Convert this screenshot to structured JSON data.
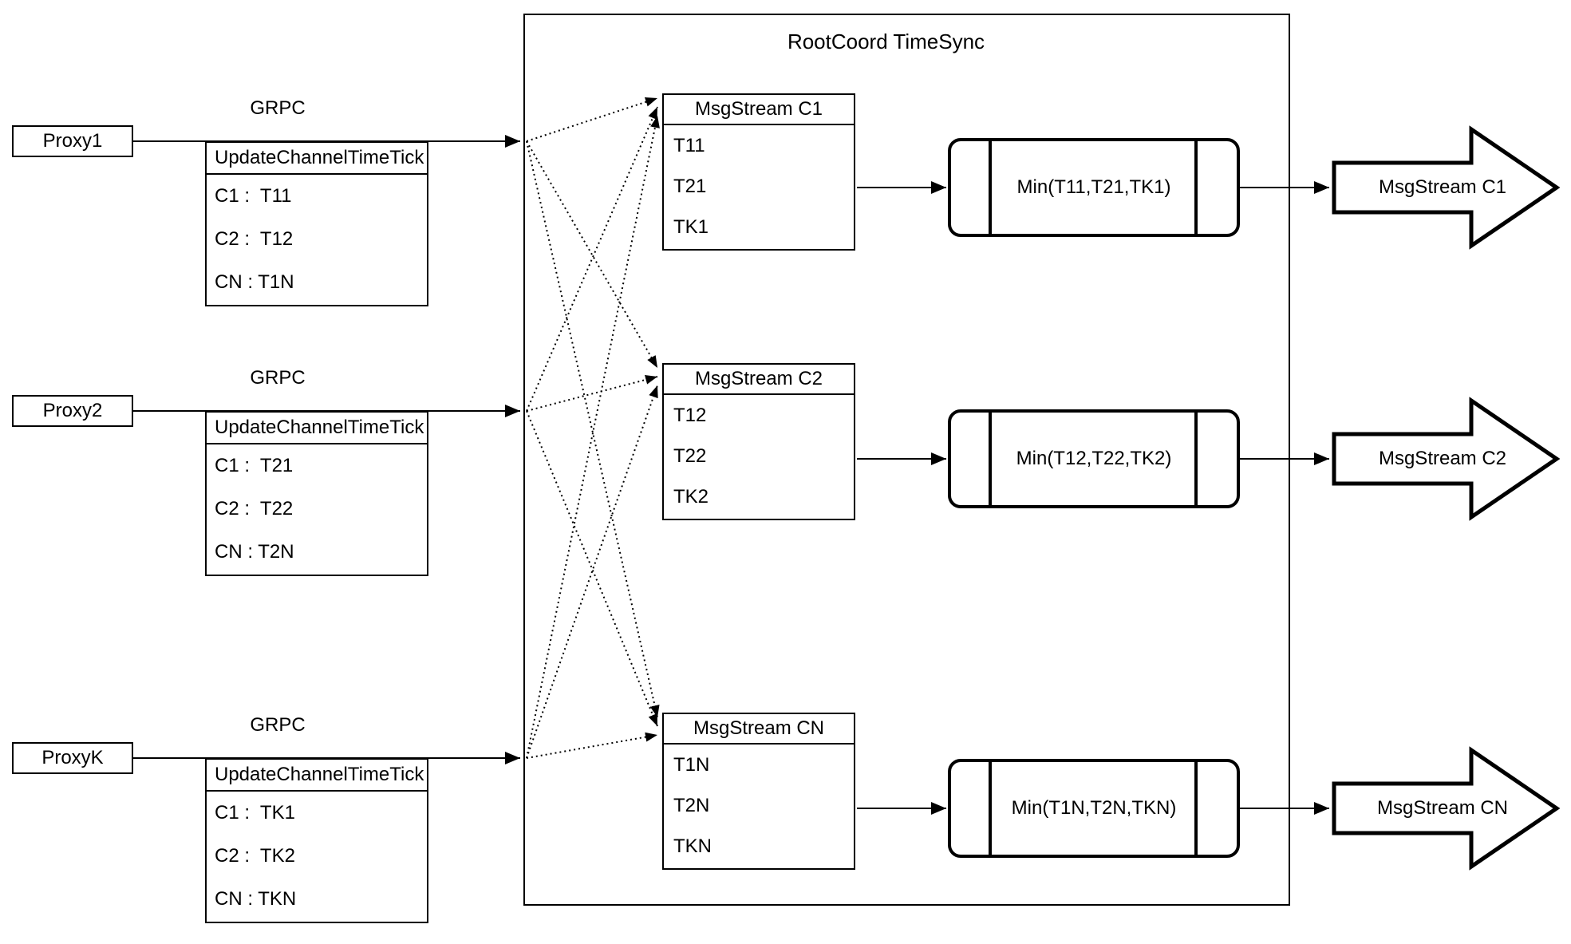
{
  "rootcoord": {
    "title": "RootCoord TimeSync"
  },
  "proxies": [
    {
      "label": "Proxy1",
      "grpc_label": "GRPC",
      "table": {
        "header": "UpdateChannelTimeTick",
        "rows": [
          "C1 :  T11",
          "C2 :  T12",
          "CN : T1N"
        ]
      }
    },
    {
      "label": "Proxy2",
      "grpc_label": "GRPC",
      "table": {
        "header": "UpdateChannelTimeTick",
        "rows": [
          "C1 :  T21",
          "C2 :  T22",
          "CN : T2N"
        ]
      }
    },
    {
      "label": "ProxyK",
      "grpc_label": "GRPC",
      "table": {
        "header": "UpdateChannelTimeTick",
        "rows": [
          "C1 :  TK1",
          "C2 :  TK2",
          "CN : TKN"
        ]
      }
    }
  ],
  "msgstreams": [
    {
      "header": "MsgStream C1",
      "rows": [
        "T11",
        "T21",
        "TK1"
      ]
    },
    {
      "header": "MsgStream C2",
      "rows": [
        "T12",
        "T22",
        "TK2"
      ]
    },
    {
      "header": "MsgStream CN",
      "rows": [
        "T1N",
        "T2N",
        "TKN"
      ]
    }
  ],
  "min_ops": [
    "Min(T11,T21,TK1)",
    "Min(T12,T22,TK2)",
    "Min(T1N,T2N,TKN)"
  ],
  "outputs": [
    "MsgStream C1",
    "MsgStream C2",
    "MsgStream CN"
  ],
  "colors": {
    "stroke": "#000000",
    "background": "#ffffff"
  }
}
